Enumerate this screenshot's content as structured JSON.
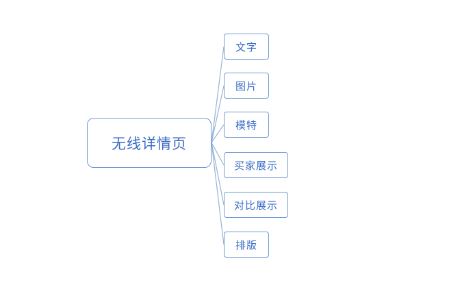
{
  "diagram": {
    "type": "mindmap",
    "root": {
      "label": "无线详情页"
    },
    "children": [
      {
        "label": "文字"
      },
      {
        "label": "图片"
      },
      {
        "label": "模特"
      },
      {
        "label": "买家展示"
      },
      {
        "label": "对比展示"
      },
      {
        "label": "排版"
      }
    ],
    "colors": {
      "node_border": "#6f9ad3",
      "node_text": "#3a6bc4",
      "connector_line": "#95b3d7",
      "background": "#ffffff"
    }
  }
}
